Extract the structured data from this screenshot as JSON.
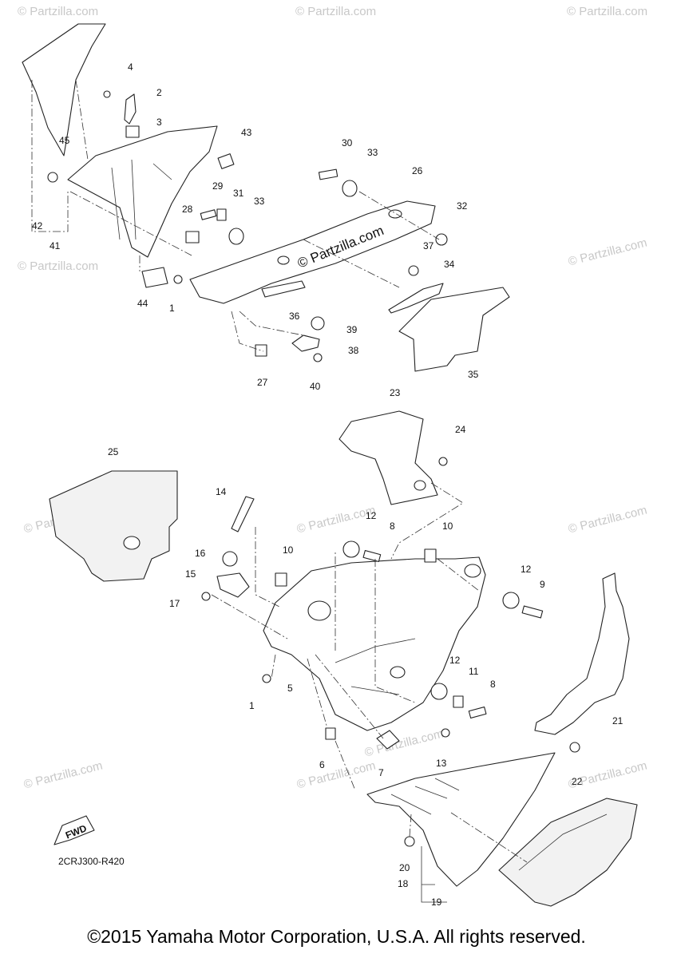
{
  "watermark": "© Partzilla.com",
  "center_watermark": "© Partzilla.com",
  "diagram_code": "2CRJ300-R420",
  "fwd_label": "FWD",
  "copyright": "©2015 Yamaha Motor Corporation, U.S.A. All rights reserved.",
  "callouts": [
    "1",
    "1",
    "2",
    "3",
    "4",
    "5",
    "6",
    "7",
    "8",
    "8",
    "9",
    "10",
    "10",
    "11",
    "12",
    "12",
    "12",
    "13",
    "14",
    "15",
    "16",
    "17",
    "18",
    "19",
    "20",
    "21",
    "22",
    "23",
    "24",
    "25",
    "26",
    "27",
    "28",
    "29",
    "30",
    "31",
    "32",
    "33",
    "33",
    "34",
    "35",
    "36",
    "37",
    "38",
    "39",
    "40",
    "41",
    "42",
    "43",
    "44",
    "45"
  ]
}
